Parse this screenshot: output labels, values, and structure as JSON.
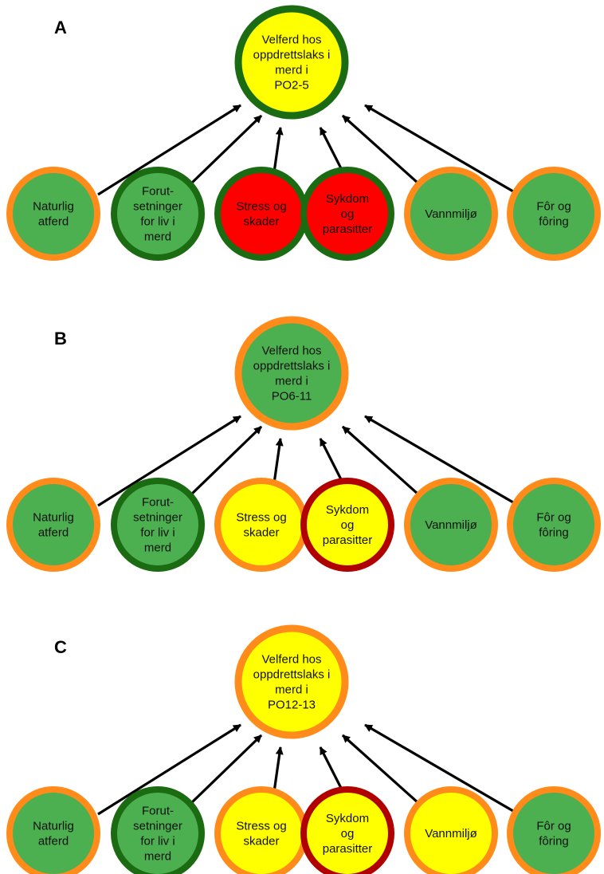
{
  "colors": {
    "green_fill": "#4CAF50",
    "yellow_fill": "#FFFF00",
    "red_fill": "#FF0000",
    "dark_green_border": "#1B6B12",
    "orange_border": "#FF8C1A",
    "dark_red_border": "#B00000",
    "arrow": "#000000"
  },
  "panels": [
    {
      "letter": "A",
      "center": {
        "lines": [
          "Velferd hos",
          "oppdrettslaks i",
          "merd i",
          "PO2-5"
        ],
        "fill": "yellow",
        "border": "dark_green"
      },
      "nodes": [
        {
          "lines": [
            "Naturlig",
            "atferd"
          ],
          "fill": "green",
          "border": "orange"
        },
        {
          "lines": [
            "Forut-",
            "setninger",
            "for liv i",
            "merd"
          ],
          "fill": "green",
          "border": "dark_green"
        },
        {
          "lines": [
            "Stress og",
            "skader"
          ],
          "fill": "red",
          "border": "dark_green"
        },
        {
          "lines": [
            "Sykdom",
            "og",
            "parasitter"
          ],
          "fill": "red",
          "border": "dark_green"
        },
        {
          "lines": [
            "Vannmiljø"
          ],
          "fill": "green",
          "border": "orange"
        },
        {
          "lines": [
            "Fôr og",
            "fôring"
          ],
          "fill": "green",
          "border": "orange"
        }
      ]
    },
    {
      "letter": "B",
      "center": {
        "lines": [
          "Velferd hos",
          "oppdrettslaks i",
          "merd i",
          "PO6-11"
        ],
        "fill": "green",
        "border": "orange"
      },
      "nodes": [
        {
          "lines": [
            "Naturlig",
            "atferd"
          ],
          "fill": "green",
          "border": "orange"
        },
        {
          "lines": [
            "Forut-",
            "setninger",
            "for liv i",
            "merd"
          ],
          "fill": "green",
          "border": "dark_green"
        },
        {
          "lines": [
            "Stress og",
            "skader"
          ],
          "fill": "yellow",
          "border": "orange"
        },
        {
          "lines": [
            "Sykdom",
            "og",
            "parasitter"
          ],
          "fill": "yellow",
          "border": "dark_red"
        },
        {
          "lines": [
            "Vannmiljø"
          ],
          "fill": "green",
          "border": "orange"
        },
        {
          "lines": [
            "Fôr og",
            "fôring"
          ],
          "fill": "green",
          "border": "orange"
        }
      ]
    },
    {
      "letter": "C",
      "center": {
        "lines": [
          "Velferd hos",
          "oppdrettslaks i",
          "merd i",
          "PO12-13"
        ],
        "fill": "yellow",
        "border": "orange"
      },
      "nodes": [
        {
          "lines": [
            "Naturlig",
            "atferd"
          ],
          "fill": "green",
          "border": "orange"
        },
        {
          "lines": [
            "Forut-",
            "setninger",
            "for liv i",
            "merd"
          ],
          "fill": "green",
          "border": "dark_green"
        },
        {
          "lines": [
            "Stress og",
            "skader"
          ],
          "fill": "yellow",
          "border": "orange"
        },
        {
          "lines": [
            "Sykdom",
            "og",
            "parasitter"
          ],
          "fill": "yellow",
          "border": "dark_red"
        },
        {
          "lines": [
            "Vannmiljø"
          ],
          "fill": "yellow",
          "border": "orange"
        },
        {
          "lines": [
            "Fôr og",
            "fôring"
          ],
          "fill": "green",
          "border": "orange"
        }
      ]
    }
  ]
}
